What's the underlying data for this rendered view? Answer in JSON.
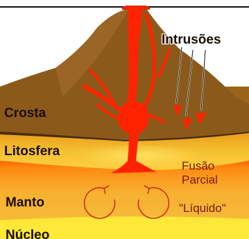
{
  "labels": {
    "intrusoes": "Intrusões",
    "crosta": "Crosta",
    "litosfera": "Litosfera",
    "fusao_line1": "Fusão",
    "fusao_line2": "Parcial",
    "manto": "Manto",
    "liquido": "\"Líquido\"",
    "nucleo": "Núcleo"
  },
  "colors": {
    "mountain": "#8b5a1a",
    "crust": "#a06a1e",
    "lithosphere": "#f0c020",
    "magma": "#ff2200",
    "mantle": "#f7b030",
    "core": "#ffe838"
  },
  "icons": [
    "convection-arrow-left",
    "convection-arrow-right"
  ]
}
